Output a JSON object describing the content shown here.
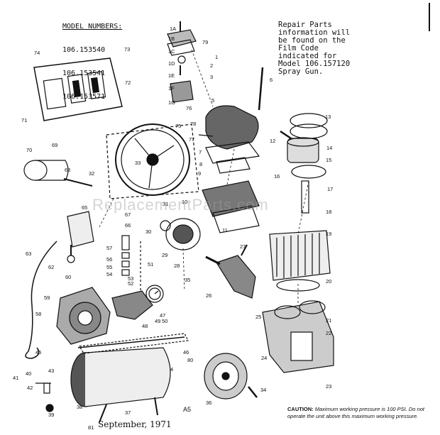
{
  "model_block": {
    "heading": "MODEL NUMBERS:",
    "numbers": [
      "106.153540",
      "106.153541",
      "106.153571"
    ]
  },
  "repair_note": "Repair Parts information will be found on the Film Code indicated for Model 106.157120 Spray Gun.",
  "watermark": "ReplacementParts.com",
  "date": "September, 1971",
  "page_code": "A5",
  "caution": {
    "label": "CAUTION:",
    "text": "Maximum working pressure is 100 PSI. Do not operate the unit above this maximum working pressure."
  },
  "part_labels": [
    "1A",
    "1B",
    "1C",
    "1D",
    "1E",
    "1F",
    "1G",
    "79",
    "1",
    "2",
    "3",
    "6",
    "5",
    "73",
    "74",
    "72",
    "71",
    "76",
    "75",
    "78",
    "77",
    "7",
    "8",
    "9",
    "13",
    "14",
    "15",
    "16",
    "12",
    "17",
    "18",
    "19",
    "20",
    "21",
    "22",
    "23",
    "24",
    "25",
    "26",
    "27",
    "28",
    "29",
    "30",
    "31",
    "32",
    "33",
    "35",
    "36",
    "37",
    "38",
    "39",
    "40",
    "41",
    "42",
    "43",
    "45",
    "46",
    "47",
    "48",
    "49",
    "50",
    "51",
    "52",
    "53",
    "54",
    "55",
    "56",
    "57",
    "58",
    "59",
    "60",
    "62",
    "63",
    "65",
    "66",
    "67",
    "68",
    "69",
    "70",
    "80",
    "81",
    "10",
    "11",
    "34",
    "4"
  ]
}
